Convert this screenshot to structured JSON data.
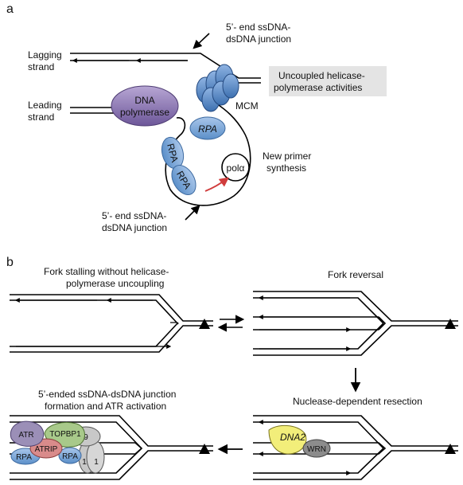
{
  "panel_a": {
    "panel_letter": "a",
    "junction_top": [
      "5’- end ssDNA-",
      "dsDNA junction"
    ],
    "lagging": [
      "Lagging",
      "strand"
    ],
    "leading": [
      "Leading",
      "strand"
    ],
    "uncoupled": [
      "Uncoupled helicase-",
      "polymerase activities"
    ],
    "polymerase": [
      "DNA",
      "polymerase"
    ],
    "mcm": "MCM",
    "rpa": "RPA",
    "pol": "polα",
    "new_primer": [
      "New primer",
      "synthesis"
    ],
    "junction_bottom": [
      "5’- end ssDNA-",
      "dsDNA junction"
    ]
  },
  "panel_b": {
    "panel_letter": "b",
    "stalling": [
      "Fork stalling without helicase-",
      "polymerase uncoupling"
    ],
    "reversal": "Fork reversal",
    "resection": "Nuclease-dependent resection",
    "activation": [
      "5’-ended ssDNA-dsDNA junction",
      "formation and ATR activation"
    ],
    "atr": "ATR",
    "topbp1": "TOPBP1",
    "atrip": "ATRIP",
    "rpa": "RPA",
    "nine": "9",
    "one": "1",
    "dna2": "DNA2",
    "wrn": "WRN"
  },
  "colors": {
    "polymerase": "#8b74b3",
    "mcm": "#5b8fc9",
    "rpa": "#7fa9d9",
    "primer_arrow": "#d03c3c",
    "uncoupled_box": "#e4e4e4",
    "atr": "#9b8fb7",
    "topbp1": "#a8c98a",
    "atrip": "#d98b8b",
    "nine_one_one": "#c8c8c8",
    "dna2": "#f2ee7a",
    "wrn": "#8c8c8c"
  }
}
